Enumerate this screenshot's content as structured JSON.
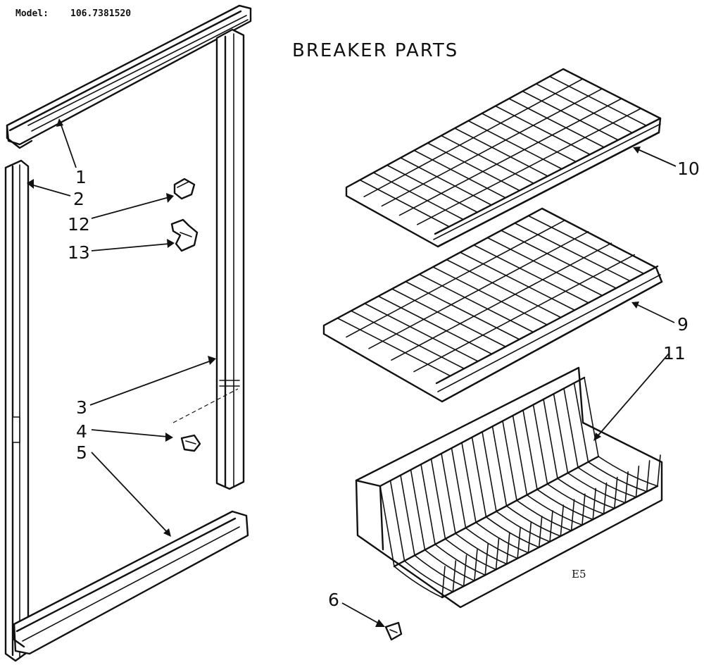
{
  "header": {
    "model_label": "Model:",
    "model_number": "106.7381520",
    "title": "BREAKER PARTS"
  },
  "callouts": {
    "c1": "1",
    "c2": "2",
    "c3": "3",
    "c4": "4",
    "c5": "5",
    "c6": "6",
    "c9": "9",
    "c10": "10",
    "c11": "11",
    "c12": "12",
    "c13": "13"
  },
  "figure_code": "E5",
  "colors": {
    "ink": "#111111",
    "paper": "#ffffff"
  }
}
